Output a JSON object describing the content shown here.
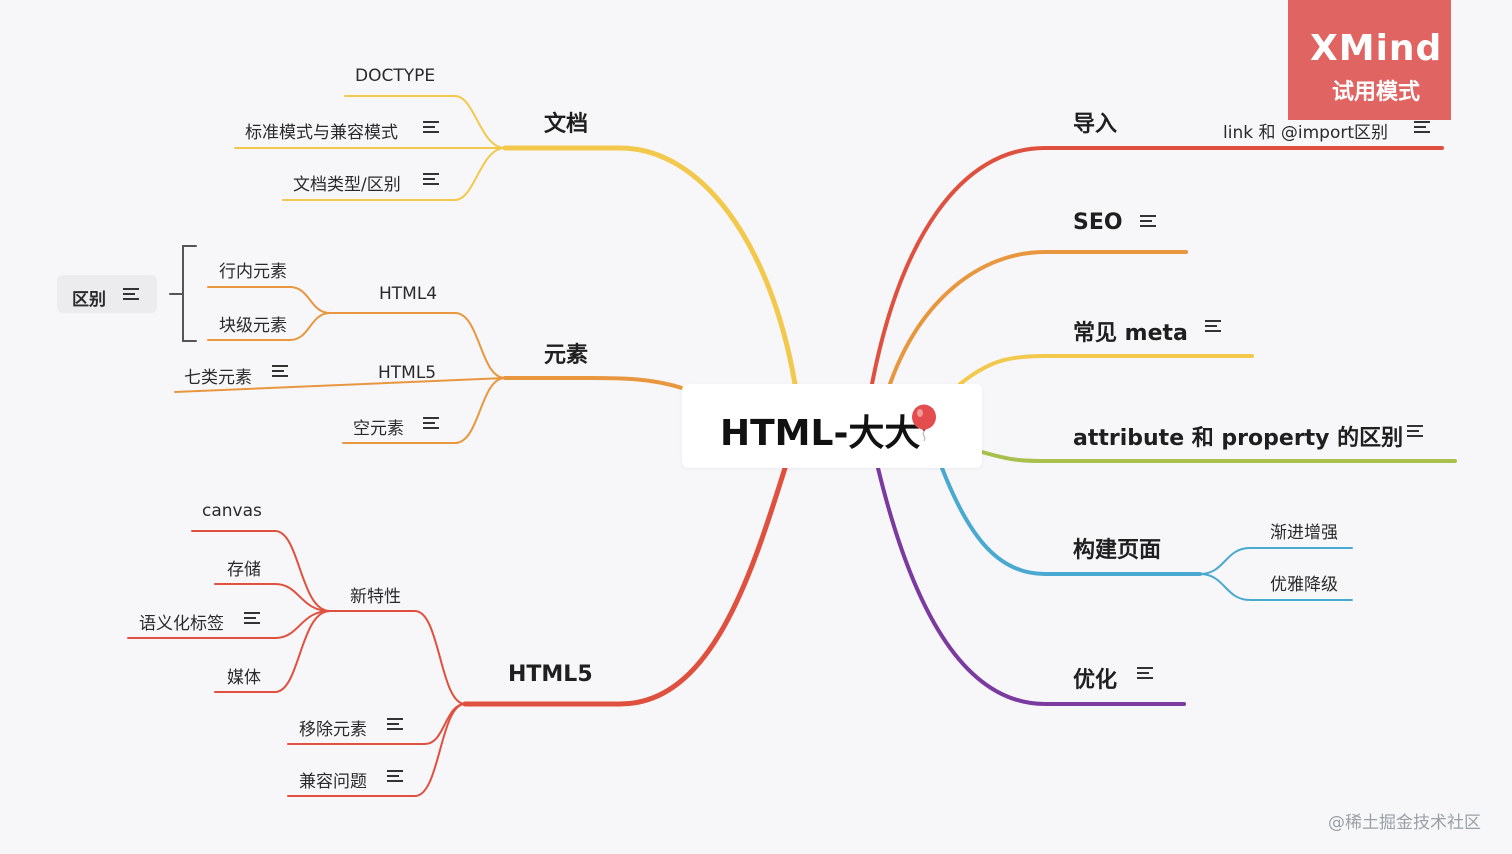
{
  "root": {
    "label": "HTML-大大"
  },
  "branches": {
    "doc": {
      "label": "文档",
      "color": "#f2c94c",
      "children": [
        "DOCTYPE",
        "标准模式与兼容模式",
        "文档类型/区别"
      ]
    },
    "elements": {
      "label": "元素",
      "color": "#e8973f",
      "html4": "HTML4",
      "html4_children": [
        "行内元素",
        "块级元素"
      ],
      "diff": "区别",
      "html5": "HTML5",
      "html5_child": "七类元素",
      "empty": "空元素"
    },
    "html5": {
      "label": "HTML5",
      "color": "#e0503f",
      "features": "新特性",
      "feature_children": [
        "canvas",
        "存储",
        "语义化标签",
        "媒体"
      ],
      "removed": "移除元素",
      "compat": "兼容问题"
    },
    "import": {
      "label": "导入",
      "color": "#e0503f",
      "child": "link 和 @import区别"
    },
    "seo": {
      "label": "SEO",
      "color": "#e8973f"
    },
    "meta": {
      "label": "常见 meta",
      "color": "#f2c94c"
    },
    "attr": {
      "label": "attribute 和 property 的区别",
      "color": "#a8c04c"
    },
    "build": {
      "label": "构建页面",
      "color": "#4aa9d1",
      "children": [
        "渐进增强",
        "优雅降级"
      ]
    },
    "optimize": {
      "label": "优化",
      "color": "#7a3aa0"
    }
  },
  "watermark": {
    "title": "XMind",
    "subtitle": "试用模式"
  },
  "credit": "@稀土掘金技术社区",
  "colors": {
    "background": "#f7f7f9",
    "watermark": "#e06461",
    "bracket": "#555555"
  },
  "icons": {
    "note": "note-lines-icon",
    "balloon": "balloon-icon"
  }
}
